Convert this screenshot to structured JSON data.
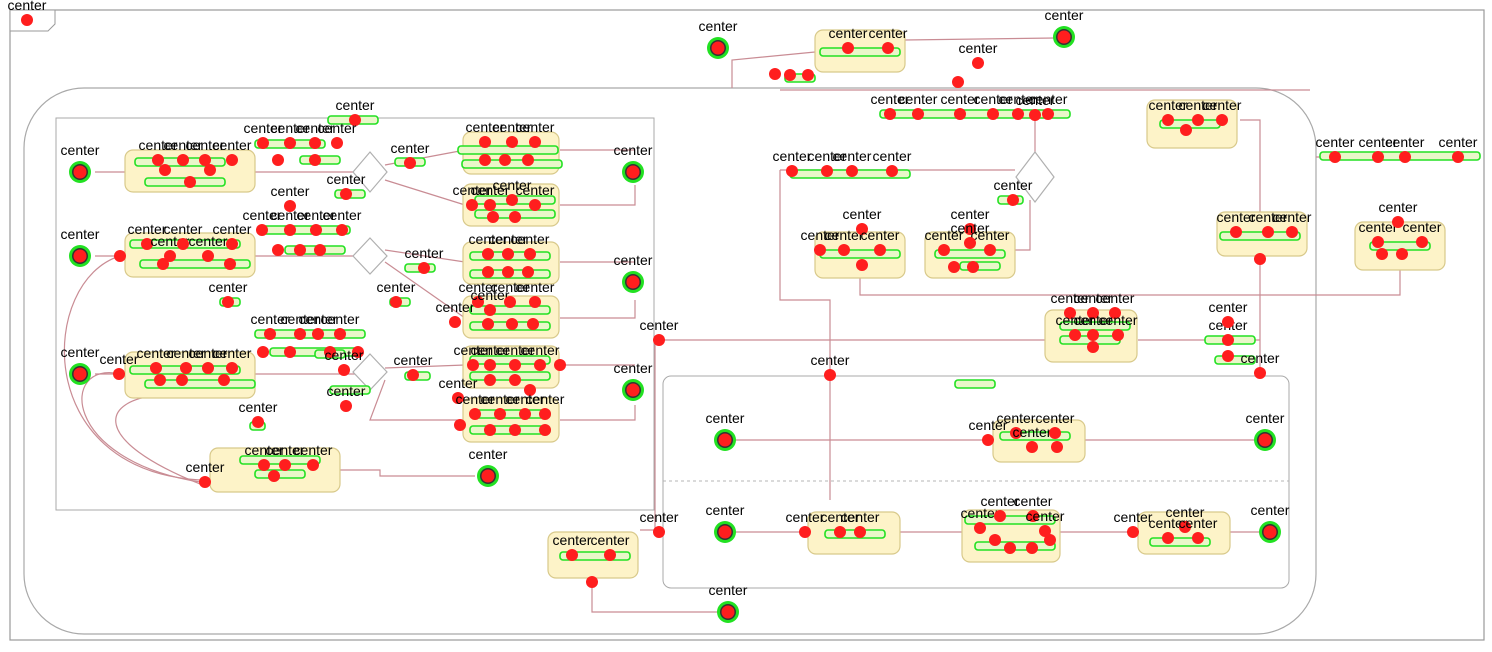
{
  "marker_label": "center",
  "colors": {
    "frame": "#9a9a9a",
    "region": "#c9c9c9",
    "state_fill": "#fdf3c8",
    "state_stroke": "#d8c98a",
    "transition": "#c98c94",
    "marker_fill": "#ff1e1e",
    "marker_ring": "#22e122",
    "label": "#000000"
  },
  "diagram": {
    "frame_tab": "",
    "states": [
      {
        "id": "s-top-1"
      },
      {
        "id": "s-r1"
      },
      {
        "id": "s-r2"
      },
      {
        "id": "s-r3"
      },
      {
        "id": "s-r4"
      },
      {
        "id": "s-r5"
      },
      {
        "id": "s-r6"
      },
      {
        "id": "s-r7"
      },
      {
        "id": "s-l1"
      },
      {
        "id": "s-l2"
      },
      {
        "id": "s-l3"
      },
      {
        "id": "s-l4"
      },
      {
        "id": "s-m1"
      },
      {
        "id": "s-m2"
      },
      {
        "id": "s-m3"
      },
      {
        "id": "s-m4"
      },
      {
        "id": "s-m5"
      },
      {
        "id": "s-m6"
      },
      {
        "id": "s-b1"
      },
      {
        "id": "s-b2"
      },
      {
        "id": "s-b3"
      },
      {
        "id": "s-b4"
      },
      {
        "id": "s-b5"
      },
      {
        "id": "s-out"
      }
    ],
    "markers_count_note": ""
  }
}
